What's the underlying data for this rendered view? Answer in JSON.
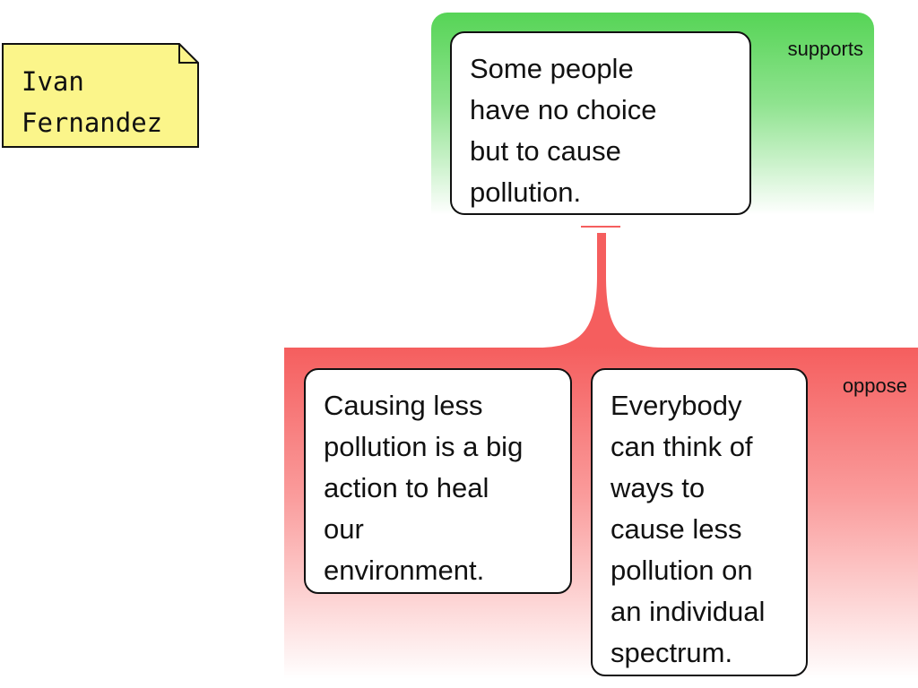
{
  "note": {
    "author_lines": [
      "Ivan",
      "Fernandez"
    ]
  },
  "claim": {
    "text_lines": [
      "Some people",
      "have no choice",
      "but to cause",
      "pollution."
    ]
  },
  "bands": {
    "support_label": "supports",
    "oppose_label": "oppose"
  },
  "objections": [
    {
      "text_lines": [
        "Causing less",
        "pollution is a big",
        "action to heal",
        "our",
        "environment."
      ]
    },
    {
      "text_lines": [
        "Everybody",
        "can think of",
        "ways to",
        "cause less",
        "pollution on",
        "an individual",
        "spectrum."
      ]
    }
  ],
  "colors": {
    "note_fill": "#fbf58a",
    "support_band": "#56d456",
    "oppose_band": "#f55e5e",
    "connector": "#f55e5e"
  }
}
